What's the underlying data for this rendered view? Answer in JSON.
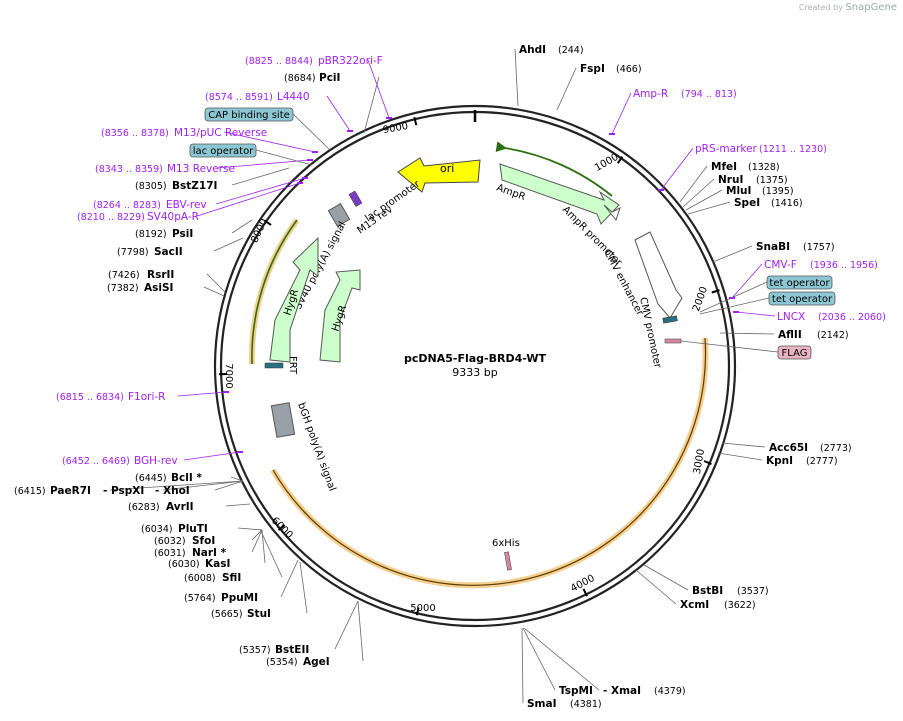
{
  "credit": {
    "created_by": "Created by",
    "brand": "SnapGene"
  },
  "plasmid": {
    "name": "pcDNA5-Flag-BRD4-WT",
    "length": "9333 bp"
  },
  "ticks": [
    "1000",
    "2000",
    "3000",
    "4000",
    "5000",
    "6000",
    "7000",
    "8000",
    "9000"
  ],
  "enzymes": [
    {
      "name": "AhdI",
      "pos": "(244)"
    },
    {
      "name": "FspI",
      "pos": "(466)"
    },
    {
      "name": "MfeI",
      "pos": "(1328)"
    },
    {
      "name": "NruI",
      "pos": "(1375)"
    },
    {
      "name": "MluI",
      "pos": "(1395)"
    },
    {
      "name": "SpeI",
      "pos": "(1416)"
    },
    {
      "name": "SnaBI",
      "pos": "(1757)"
    },
    {
      "name": "AflII",
      "pos": "(2142)"
    },
    {
      "name": "Acc65I",
      "pos": "(2773)"
    },
    {
      "name": "KpnI",
      "pos": "(2777)"
    },
    {
      "name": "BstBI",
      "pos": "(3537)"
    },
    {
      "name": "XcmI",
      "pos": "(3622)"
    },
    {
      "name": "TspMI",
      "pos": ""
    },
    {
      "name": "- XmaI",
      "pos": "(4379)"
    },
    {
      "name": "SmaI",
      "pos": "(4381)"
    },
    {
      "name": "BstEII",
      "pos": "(5357)"
    },
    {
      "name": "AgeI",
      "pos": "(5354)"
    },
    {
      "name": "StuI",
      "pos": "(5665)"
    },
    {
      "name": "PpuMI",
      "pos": "(5764)"
    },
    {
      "name": "SfiI",
      "pos": "(6008)"
    },
    {
      "name": "KasI",
      "pos": "(6030)"
    },
    {
      "name": "NarI *",
      "pos": "(6031)"
    },
    {
      "name": "SfoI",
      "pos": "(6032)"
    },
    {
      "name": "PluTI",
      "pos": "(6034)"
    },
    {
      "name": "AvrII",
      "pos": "(6283)"
    },
    {
      "name": "PaeR7I",
      "pos": "(6415)"
    },
    {
      "name": "- PspXI",
      "pos": ""
    },
    {
      "name": "- XhoI",
      "pos": ""
    },
    {
      "name": "BclI *",
      "pos": "(6445)"
    },
    {
      "name": "AsiSI",
      "pos": "(7382)"
    },
    {
      "name": "RsrII",
      "pos": "(7426)"
    },
    {
      "name": "SacII",
      "pos": "(7798)"
    },
    {
      "name": "PsiI",
      "pos": "(8192)"
    },
    {
      "name": "BstZ17I",
      "pos": "(8305)"
    },
    {
      "name": "PciI",
      "pos": "(8684)"
    }
  ],
  "primers": [
    {
      "name": "pBR322ori-F",
      "range": "(8825 .. 8844)"
    },
    {
      "name": "L4440",
      "range": "(8574 .. 8591)"
    },
    {
      "name": "M13/pUC Reverse",
      "range": "(8356 .. 8378)"
    },
    {
      "name": "M13 Reverse",
      "range": "(8343 .. 8359)"
    },
    {
      "name": "EBV-rev",
      "range": "(8264 .. 8283)"
    },
    {
      "name": "SV40pA-R",
      "range": "(8210 .. 8229)"
    },
    {
      "name": "Amp-R",
      "range": "(794 .. 813)"
    },
    {
      "name": "pRS-marker",
      "range": "(1211 .. 1230)"
    },
    {
      "name": "CMV-F",
      "range": "(1936 .. 1956)"
    },
    {
      "name": "LNCX",
      "range": "(2036 .. 2060)"
    },
    {
      "name": "F1ori-R",
      "range": "(6815 .. 6834)"
    },
    {
      "name": "BGH-rev",
      "range": "(6452 .. 6469)"
    }
  ],
  "boxed_features": [
    {
      "name": "CAP binding site"
    },
    {
      "name": "lac operator"
    },
    {
      "name": "tet operator"
    },
    {
      "name": "tet operator"
    },
    {
      "name": "FLAG"
    }
  ],
  "features": [
    {
      "name": "ori"
    },
    {
      "name": "AmpR"
    },
    {
      "name": "AmpR promoter"
    },
    {
      "name": "CMV enhancer"
    },
    {
      "name": "CMV promoter"
    },
    {
      "name": "lac promoter"
    },
    {
      "name": "M13 rev"
    },
    {
      "name": "SV40 poly(A) signal"
    },
    {
      "name": "HygR"
    },
    {
      "name": "HygR"
    },
    {
      "name": "FRT"
    },
    {
      "name": "bGH poly(A) signal"
    },
    {
      "name": "6xHis"
    }
  ],
  "colors": {
    "backbone": "#222222",
    "enzyme_text": "#000000",
    "primer_text": "#a020f0",
    "feature_green": "#ccffcc",
    "ori_yellow": "#ffff00",
    "orf_orange": "#f5c77e",
    "box_blue": "#8ec7d4",
    "flag_pink": "#e9b3c3"
  }
}
